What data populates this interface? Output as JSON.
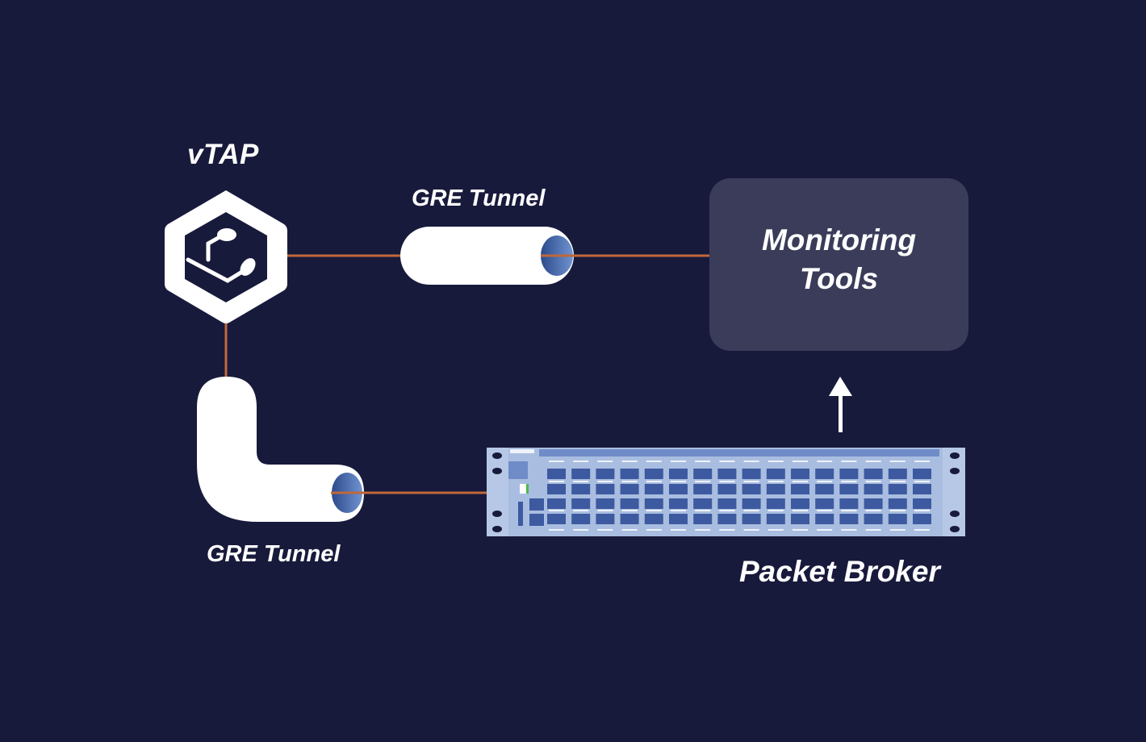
{
  "diagram": {
    "background_color": "#181a3c",
    "connector_color": "#c0683a",
    "nodes": {
      "vtap": {
        "label": "vTAP",
        "icon": "hexagon-network-cube-icon"
      },
      "gre_tunnel_top": {
        "label": "GRE Tunnel",
        "icon": "straight-tunnel-pipe-icon"
      },
      "gre_tunnel_bottom": {
        "label": "GRE Tunnel",
        "icon": "elbow-tunnel-pipe-icon"
      },
      "monitoring_tools": {
        "label_line1": "Monitoring",
        "label_line2": "Tools",
        "fill_color": "#3a3c5a"
      },
      "packet_broker": {
        "label": "Packet Broker",
        "icon": "rack-switch-icon",
        "chassis_color": "#a9bde0",
        "port_color": "#3d5aa0"
      }
    },
    "edges": [
      {
        "from": "vTAP",
        "to": "GRE Tunnel (top)"
      },
      {
        "from": "GRE Tunnel (top)",
        "to": "Monitoring Tools"
      },
      {
        "from": "vTAP",
        "to": "GRE Tunnel (bottom)"
      },
      {
        "from": "GRE Tunnel (bottom)",
        "to": "Packet Broker"
      },
      {
        "from": "Packet Broker",
        "to": "Monitoring Tools",
        "style": "arrow"
      }
    ]
  }
}
